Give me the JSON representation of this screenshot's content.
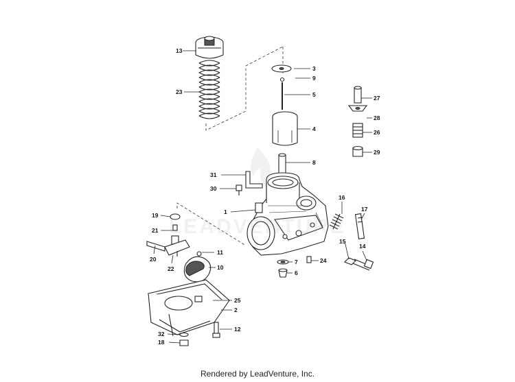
{
  "diagram": {
    "callouts": [
      "13",
      "23",
      "3",
      "9",
      "5",
      "27",
      "28",
      "26",
      "4",
      "29",
      "8",
      "31",
      "30",
      "16",
      "17",
      "1",
      "19",
      "21",
      "15",
      "14",
      "11",
      "20",
      "22",
      "10",
      "7",
      "24",
      "6",
      "25",
      "2",
      "12",
      "32",
      "18"
    ]
  },
  "watermark": {
    "text": "LEADVENTURE"
  },
  "footer": {
    "credit": "Rendered by LeadVenture, Inc."
  }
}
